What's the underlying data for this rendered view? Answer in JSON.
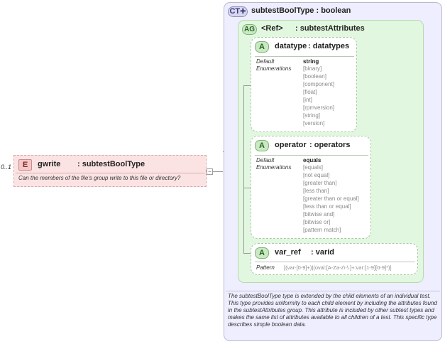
{
  "element": {
    "occurrence": "0..1",
    "badge": "E",
    "name": "gwrite",
    "type": ": subtestBoolType",
    "doc": "Can the members of the file's group write to this file or directory?"
  },
  "complex_type": {
    "badge": "CT",
    "title": "subtestBoolType : boolean",
    "doc": "The subtestBoolType type is extended by the child elements of an individual test.  This type provides uniformity to each child element by including the attributes found in the subtestAttributes group.  This attribute is included by other subtest types and makes the same list of attributes available to all children of a test.  This specific type describes simple boolean data."
  },
  "attribute_group": {
    "badge": "AG",
    "ref": "<Ref>",
    "name": ": subtestAttributes"
  },
  "attributes": [
    {
      "badge": "A",
      "name": "datatype",
      "type": ": datatypes",
      "default_label": "Default",
      "enum_label": "Enumerations",
      "default_value": "string",
      "enumerations": [
        "[binary]",
        "[boolean]",
        "[component]",
        "[float]",
        "[int]",
        "[rpmversion]",
        "[string]",
        "[version]"
      ]
    },
    {
      "badge": "A",
      "name": "operator",
      "type": ": operators",
      "default_label": "Default",
      "enum_label": "Enumerations",
      "default_value": "equals",
      "enumerations": [
        "[equals]",
        "[not equal]",
        "[greater than]",
        "[less than]",
        "[greater than or equal]",
        "[less than or equal]",
        "[bitwise and]",
        "[bitwise or]",
        "[pattern match]"
      ]
    },
    {
      "badge": "A",
      "name": "var_ref",
      "type": ": varid",
      "pattern_label": "Pattern",
      "pattern": "[(var-[0-9]+)|(oval:[A-Za-z\\-\\.]+:var:[1-9][0-9]*)]"
    }
  ],
  "collapse_symbol": "−",
  "colors": {
    "element_fill": "#fbe3e3",
    "complex_type_fill": "#eeeeff",
    "attribute_group_fill": "#e2f7df",
    "attribute_fill": "#ffffff"
  }
}
